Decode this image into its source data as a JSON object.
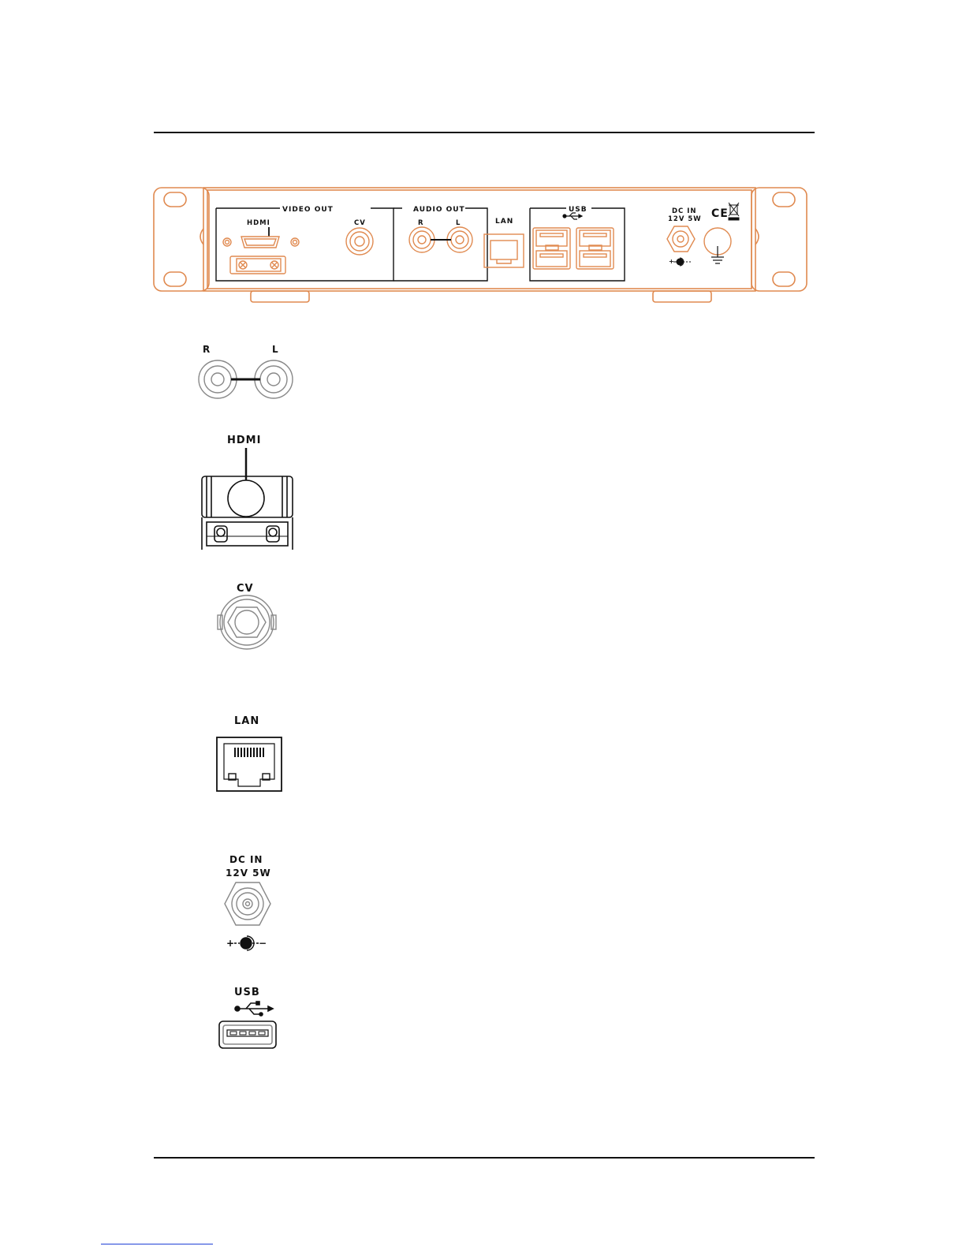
{
  "panel": {
    "video_out": "VIDEO OUT",
    "audio_out": "AUDIO OUT",
    "hdmi": "HDMI",
    "cv": "CV",
    "r": "R",
    "l": "L",
    "lan": "LAN",
    "usb": "USB",
    "dc_in_line1": "DC IN",
    "dc_in_line2": "12V 5W",
    "ce_mark": "CE",
    "plus": "+",
    "minus": "−"
  },
  "connectors": {
    "audio_r": "R",
    "audio_l": "L",
    "hdmi": "HDMI",
    "cv": "CV",
    "lan": "LAN",
    "dc_in_line1": "DC IN",
    "dc_in_line2": "12V 5W",
    "dc_plus": "+",
    "dc_minus": "−",
    "usb": "USB"
  },
  "colors": {
    "panel_outline": "#e08a50",
    "line": "#111111"
  }
}
